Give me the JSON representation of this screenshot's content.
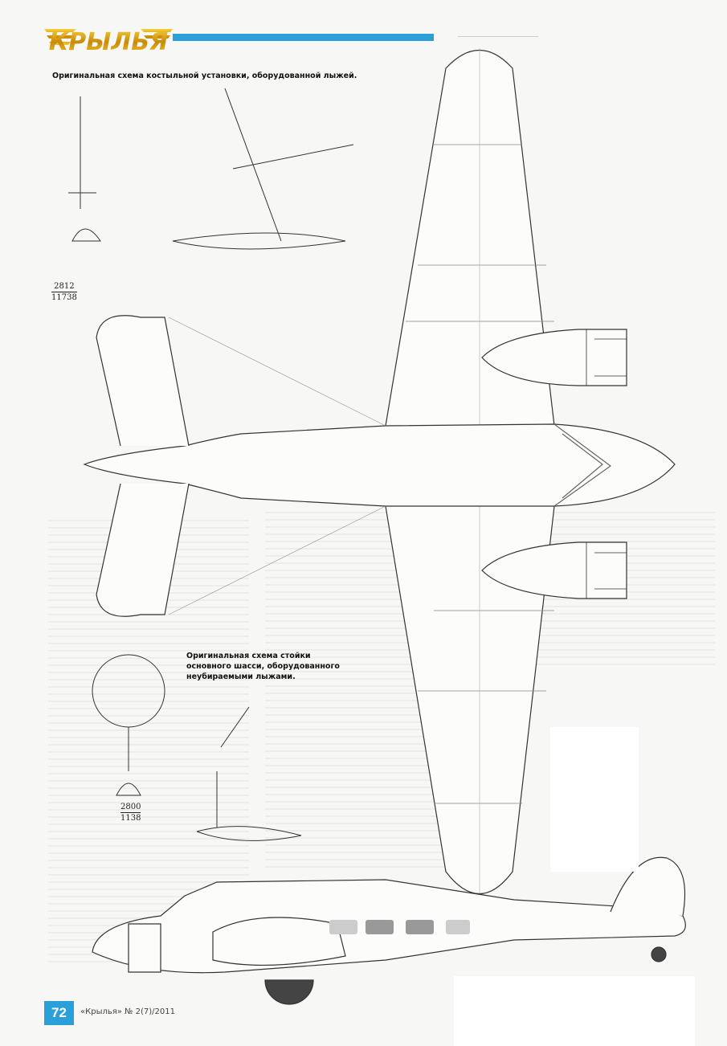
{
  "header": {
    "logo_text": "Крылья",
    "accent_color": "#2a9fd8"
  },
  "captions": {
    "tail_ski": "Оригинальная схема костыльной установки, оборудованной лыжей.",
    "main_gear_ski": "Оригинальная схема стойки основного шасси, оборудованного неубираемыми лыжами."
  },
  "handwritten": {
    "tail_ref_top": "2812",
    "tail_ref_bottom": "11738",
    "gear_ref_top": "2800",
    "gear_ref_bottom": "1138"
  },
  "footer": {
    "page_number": "72",
    "issue": "«Крылья» № 2(7)/2011"
  }
}
